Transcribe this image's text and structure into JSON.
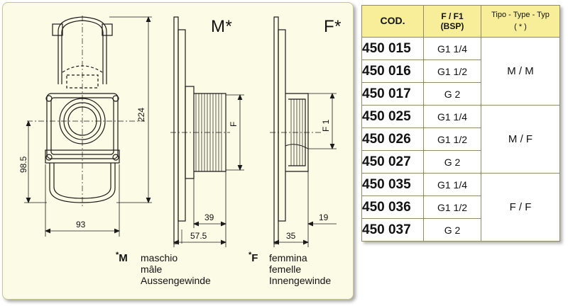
{
  "drawing": {
    "view_m_title": "M*",
    "view_f_title": "F*",
    "dimensions": {
      "height_total": "224",
      "height_lower": "98.5",
      "width_body": "93",
      "m_thread_len": "39",
      "m_total_len": "57.5",
      "m_thread_label": "F",
      "f_thread_len": "19",
      "f_total_len": "35",
      "f_thread_label": "F 1"
    },
    "legend": {
      "m_key": "M",
      "m_prefix": "*",
      "m_lines": [
        "maschio",
        "mâle",
        "Aussengewinde"
      ],
      "f_key": "F",
      "f_prefix": "*",
      "f_lines": [
        "femmina",
        "femelle",
        "Innengewinde"
      ]
    }
  },
  "table": {
    "header_code": "COD.",
    "header_thread": "F / F1",
    "header_thread_sub": "(BSP)",
    "header_type": "Tipo - Type - Typ",
    "header_type_sub": "( * )",
    "rows": [
      {
        "code": "450 015",
        "size": "G1 1/4"
      },
      {
        "code": "450 016",
        "size": "G1 1/2"
      },
      {
        "code": "450 017",
        "size": "G 2"
      },
      {
        "code": "450 025",
        "size": "G1 1/4"
      },
      {
        "code": "450 026",
        "size": "G1 1/2"
      },
      {
        "code": "450 027",
        "size": "G 2"
      },
      {
        "code": "450 035",
        "size": "G1 1/4"
      },
      {
        "code": "450 036",
        "size": "G1 1/2"
      },
      {
        "code": "450 037",
        "size": "G 2"
      }
    ],
    "groups": [
      "M / M",
      "M / F",
      "F / F"
    ]
  },
  "colors": {
    "panel_bg": "#fcfbe6",
    "header_bg": "#f8ee9a",
    "line": "#1a1a1a"
  }
}
